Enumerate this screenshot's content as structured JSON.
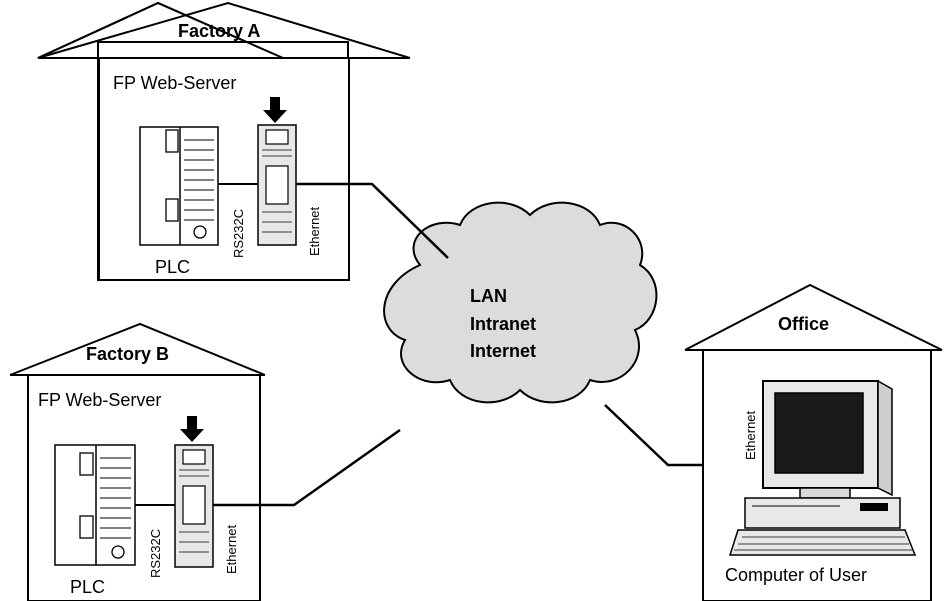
{
  "factory_a": {
    "title": "Factory A",
    "server_label": "FP Web-Server",
    "plc_label": "PLC",
    "rs232_label": "RS232C",
    "ethernet_label": "Ethernet"
  },
  "factory_b": {
    "title": "Factory B",
    "server_label": "FP Web-Server",
    "plc_label": "PLC",
    "rs232_label": "RS232C",
    "ethernet_label": "Ethernet"
  },
  "cloud": {
    "line1": "LAN",
    "line2": "Intranet",
    "line3": "Internet"
  },
  "office": {
    "title": "Office",
    "ethernet_label": "Ethernet",
    "computer_label": "Computer of User"
  },
  "colors": {
    "line": "#000000",
    "cloud_fill": "#dcdcdc",
    "device_fill": "#e8e8e8"
  },
  "icons": [
    "down-arrow-icon",
    "plc-icon",
    "web-server-module-icon",
    "computer-icon",
    "cloud-icon"
  ]
}
